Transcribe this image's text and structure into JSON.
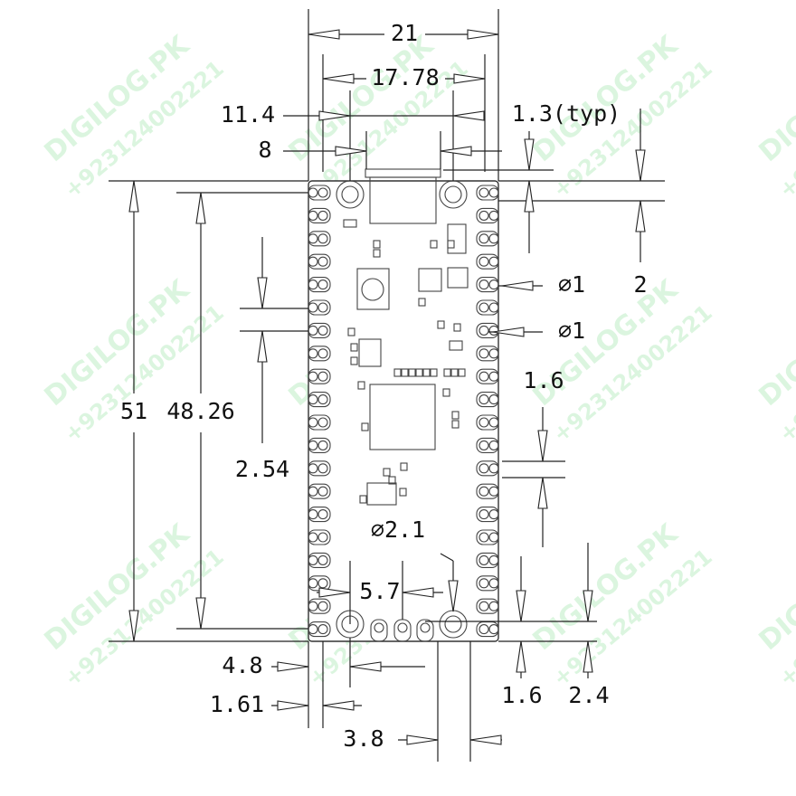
{
  "dimensions": {
    "width": "21",
    "hole_spacing_width": "11.4",
    "pin_row_spacing": "17.78",
    "usb_width": "8",
    "usb_overhang": "1.3(typ)",
    "hole_offset_top": "2",
    "pad_hole_1": "∅1",
    "pad_hole_2": "∅1",
    "pad_length": "1.6",
    "length": "51",
    "pin_span": "48.26",
    "pin_pitch": "2.54",
    "mount_hole": "∅2.1",
    "hole_to_debug": "5.7",
    "hole_offset_side": "4.8",
    "pad_offset": "1.61",
    "debug_pad_span": "3.8",
    "bottom_pad": "1.6",
    "hole_offset_bottom": "2.4"
  },
  "board": {
    "pins_per_side": 20,
    "mount_holes": 4,
    "debug_pads": 3
  },
  "watermark": {
    "brand": "DIGILOG.PK",
    "phone": "+923124002221",
    "color": "#9be3a6"
  }
}
